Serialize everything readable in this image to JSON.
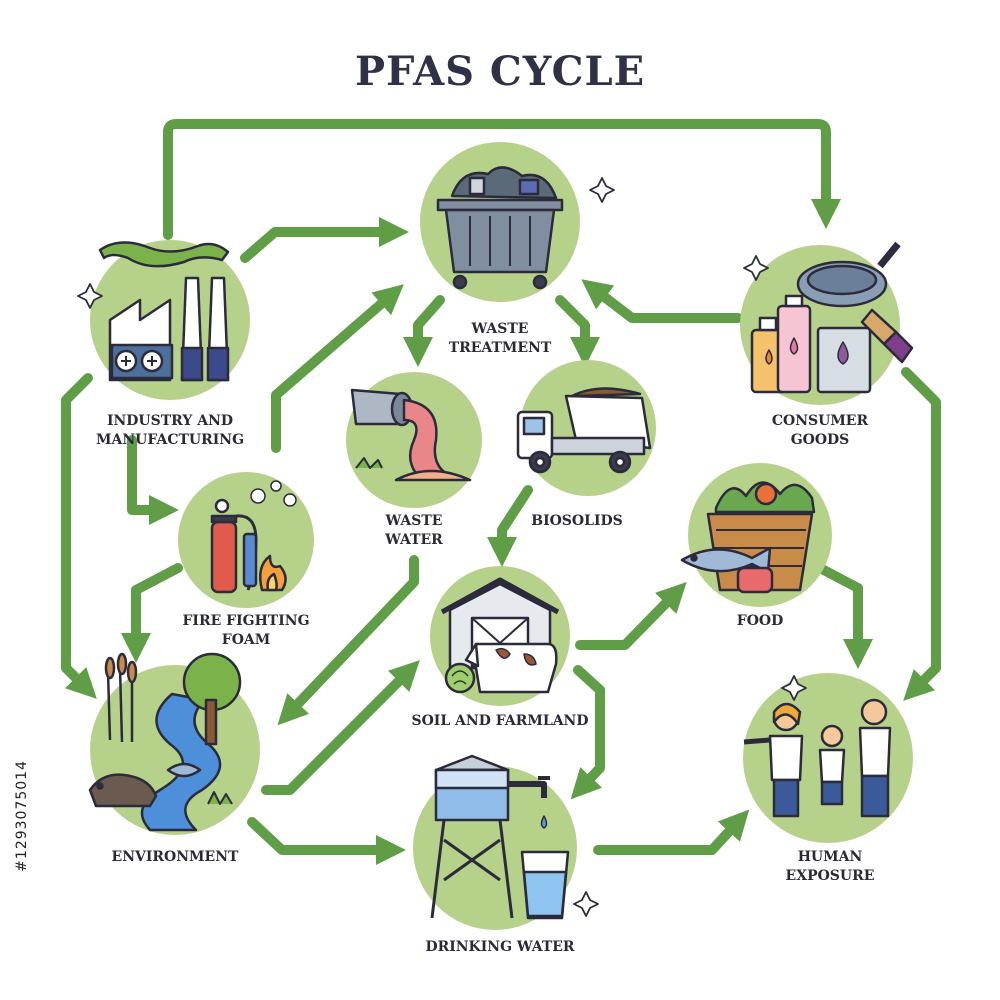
{
  "title": "PFAS CYCLE",
  "watermark": "#1293075014",
  "colors": {
    "arrow": "#5f9e47",
    "circle": "#b6d28a",
    "outline": "#2b2b3c",
    "text": "#2a2a36"
  },
  "nodes": {
    "industry": {
      "label": "INDUSTRY AND\nMANUFACTURING",
      "icon": "factory-icon"
    },
    "waste_treatment": {
      "label": "WASTE\nTREATMENT",
      "icon": "dumpster-icon"
    },
    "consumer_goods": {
      "label": "CONSUMER\nGOODS",
      "icon": "consumer-goods-icon"
    },
    "waste_water": {
      "label": "WASTE\nWATER",
      "icon": "pipe-outflow-icon"
    },
    "biosolids": {
      "label": "BIOSOLIDS",
      "icon": "dump-truck-icon"
    },
    "fire_foam": {
      "label": "FIRE FIGHTING\nFOAM",
      "icon": "fire-extinguisher-icon"
    },
    "food": {
      "label": "FOOD",
      "icon": "food-basket-icon"
    },
    "soil": {
      "label": "SOIL AND FARMLAND",
      "icon": "barn-cow-icon"
    },
    "environment": {
      "label": "ENVIRONMENT",
      "icon": "river-landscape-icon"
    },
    "human": {
      "label": "HUMAN\nEXPOSURE",
      "icon": "family-icon"
    },
    "drinking": {
      "label": "DRINKING WATER",
      "icon": "water-tower-icon"
    }
  },
  "flows": [
    {
      "from": "industry",
      "to": "consumer_goods"
    },
    {
      "from": "industry",
      "to": "waste_treatment"
    },
    {
      "from": "industry",
      "to": "fire_foam"
    },
    {
      "from": "industry",
      "to": "environment"
    },
    {
      "from": "consumer_goods",
      "to": "waste_treatment"
    },
    {
      "from": "consumer_goods",
      "to": "human"
    },
    {
      "from": "waste_treatment",
      "to": "waste_water"
    },
    {
      "from": "waste_treatment",
      "to": "biosolids"
    },
    {
      "from": "fire_foam",
      "to": "waste_treatment"
    },
    {
      "from": "fire_foam",
      "to": "environment"
    },
    {
      "from": "waste_water",
      "to": "environment"
    },
    {
      "from": "biosolids",
      "to": "soil"
    },
    {
      "from": "soil",
      "to": "food"
    },
    {
      "from": "soil",
      "to": "drinking"
    },
    {
      "from": "food",
      "to": "human"
    },
    {
      "from": "environment",
      "to": "soil"
    },
    {
      "from": "environment",
      "to": "drinking"
    },
    {
      "from": "drinking",
      "to": "human"
    }
  ]
}
